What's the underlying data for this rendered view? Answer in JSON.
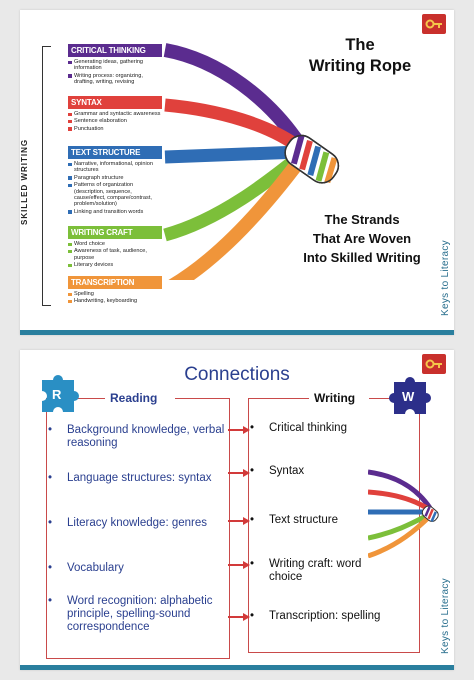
{
  "slide1": {
    "title_lines": [
      "The",
      "Writing Rope"
    ],
    "subtitle_lines": [
      "The Strands",
      "That Are Woven",
      "Into Skilled Writing"
    ],
    "side_label": "SKILLED WRITING",
    "brand": "Keys to Literacy",
    "strands": [
      {
        "name": "CRITICAL THINKING",
        "color": "#5b2c8f",
        "items": [
          "Generating ideas, gathering information",
          "Writing process: organizing, drafting, writing, revising"
        ]
      },
      {
        "name": "SYNTAX",
        "color": "#e0413c",
        "items": [
          "Grammar and syntactic awareness",
          "Sentence elaboration",
          "Punctuation"
        ]
      },
      {
        "name": "TEXT STRUCTURE",
        "color": "#2f6db5",
        "items": [
          "Narrative, informational, opinion structures",
          "Paragraph structure",
          "Patterns of organization (description, sequence, cause/effect, compare/contrast, problem/solution)",
          "Linking and transition words"
        ]
      },
      {
        "name": "WRITING CRAFT",
        "color": "#7cbf3a",
        "items": [
          "Word choice",
          "Awareness of task, audience, purpose",
          "Literary devices"
        ]
      },
      {
        "name": "TRANSCRIPTION",
        "color": "#f0953a",
        "items": [
          "Spelling",
          "Handwriting, keyboarding"
        ]
      }
    ]
  },
  "slide2": {
    "title": "Connections",
    "reading_header": "Reading",
    "writing_header": "Writing",
    "puzzle_r": "R",
    "puzzle_w": "W",
    "brand": "Keys to Literacy",
    "reading_items": [
      "Background knowledge, verbal reasoning",
      "Language structures: syntax",
      "Literacy knowledge: genres",
      "Vocabulary",
      "Word recognition: alphabetic principle, spelling-sound correspondence"
    ],
    "writing_items": [
      "Critical thinking",
      "Syntax",
      "Text structure",
      "Writing craft: word choice",
      "Transcription: spelling"
    ],
    "bullet": "•"
  },
  "colors": {
    "accent_teal": "#2a7f9e",
    "arrow_red": "#d23a3a",
    "puzzle_r": "#2a8fc4",
    "puzzle_w": "#2c2f8a",
    "box_border": "#c94a4a"
  }
}
